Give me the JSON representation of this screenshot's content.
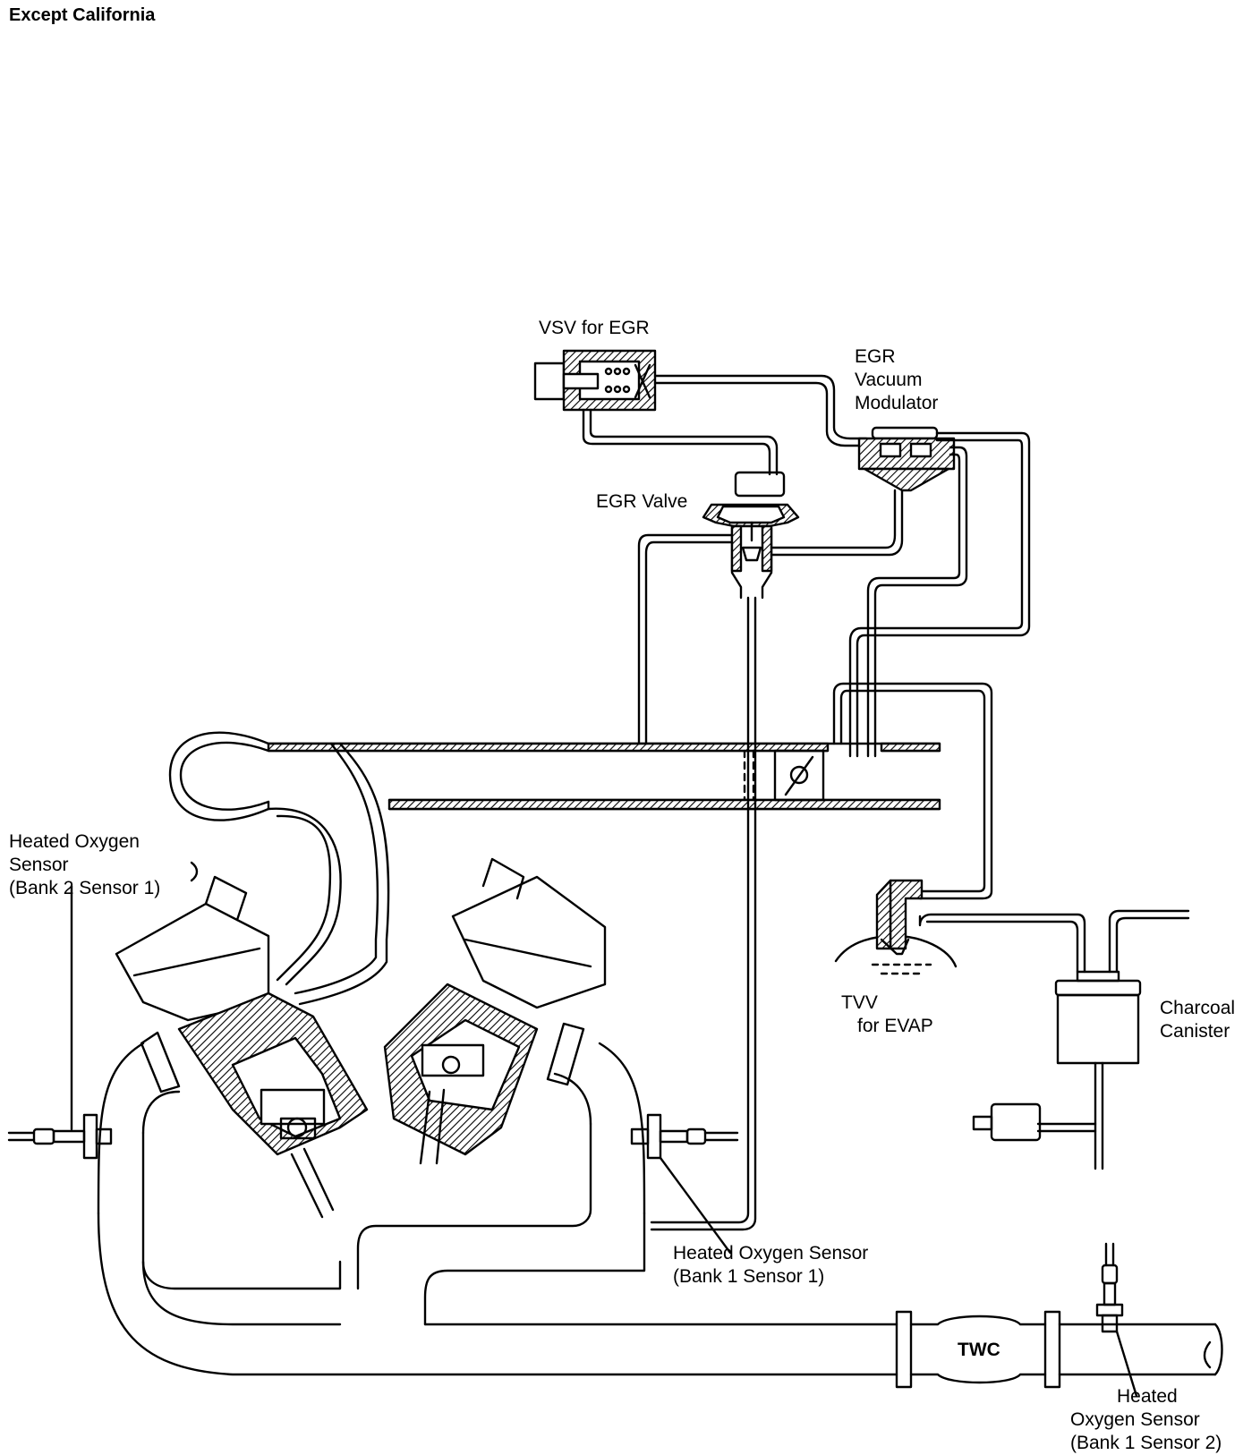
{
  "title": "Except California",
  "labels": {
    "vsv_egr": "VSV  for EGR",
    "egr_vac_mod_1": "EGR",
    "egr_vac_mod_2": "Vacuum",
    "egr_vac_mod_3": "Modulator",
    "egr_valve": "EGR Valve",
    "hos_b2s1_1": "Heated Oxygen",
    "hos_b2s1_2": "Sensor",
    "hos_b2s1_3": "(Bank 2 Sensor 1)",
    "tvv_1": "TVV",
    "tvv_2": "for EVAP",
    "canister_1": "Charcoal",
    "canister_2": "Canister",
    "hos_b1s1_1": "Heated Oxygen Sensor",
    "hos_b1s1_2": "(Bank 1 Sensor 1)",
    "twc": "TWC",
    "hos_b1s2_1": "Heated",
    "hos_b1s2_2": "Oxygen Sensor",
    "hos_b1s2_3": "(Bank 1 Sensor 2)"
  },
  "colors": {
    "line": "#000000",
    "background": "#ffffff"
  }
}
